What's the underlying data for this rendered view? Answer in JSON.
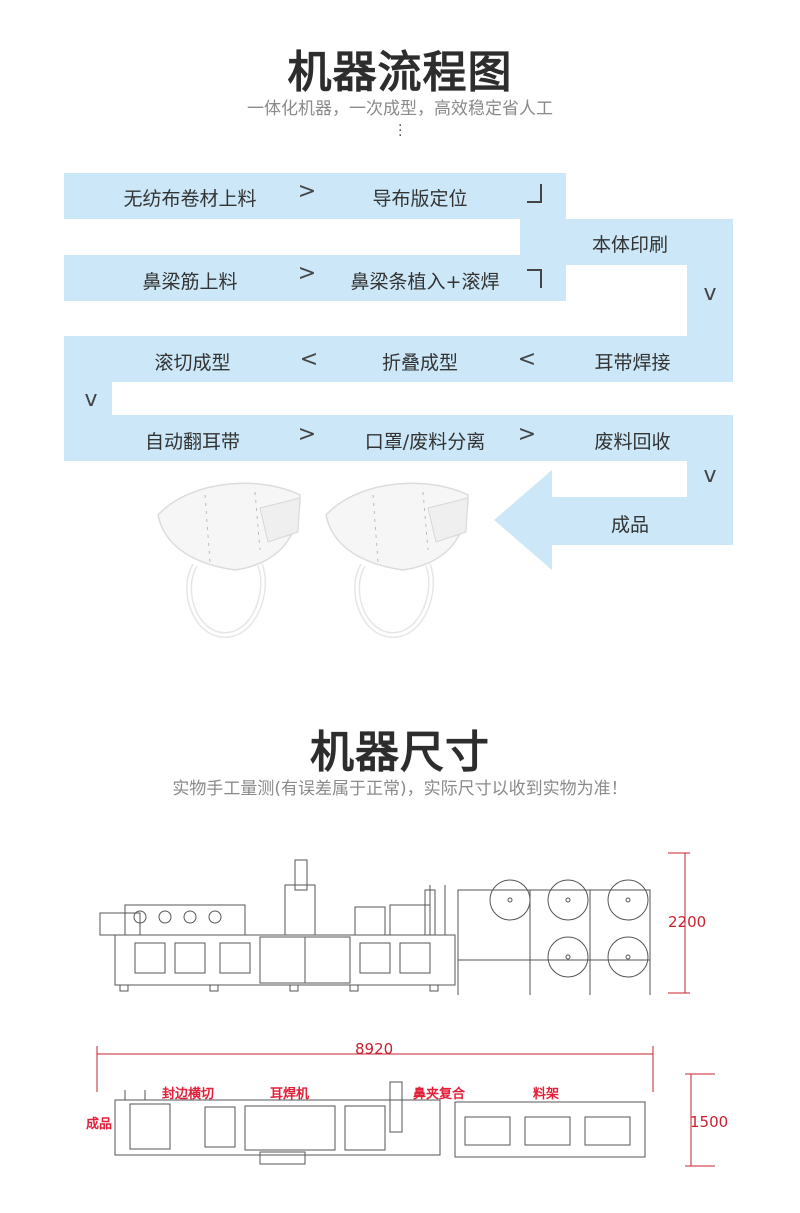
{
  "flow_section": {
    "title": "机器流程图",
    "subtitle": "一体化机器，一次成型，高效稳定省人工"
  },
  "flow": {
    "row1": [
      "无纺布卷材上料",
      "导布版定位"
    ],
    "row2": [
      "本体印刷"
    ],
    "row3": [
      "鼻梁筋上料",
      "鼻梁条植入+滚焊"
    ],
    "row4": [
      "滚切成型",
      "折叠成型",
      "耳带焊接"
    ],
    "row5": [
      "自动翻耳带",
      "口罩/废料分离",
      "废料回收"
    ],
    "row6": [
      "成品"
    ],
    "arrow_right": ">",
    "arrow_left": "<",
    "arrow_down": "v"
  },
  "dimension_section": {
    "title": "机器尺寸",
    "subtitle": "实物手工量测(有误差属于正常)，实际尺寸以收到实物为准！"
  },
  "drawing": {
    "height_mm": "2200",
    "length_mm": "8920",
    "width_mm": "1500",
    "labels": [
      "封边横切",
      "耳焊机",
      "鼻夹复合",
      "料架",
      "成品"
    ]
  }
}
